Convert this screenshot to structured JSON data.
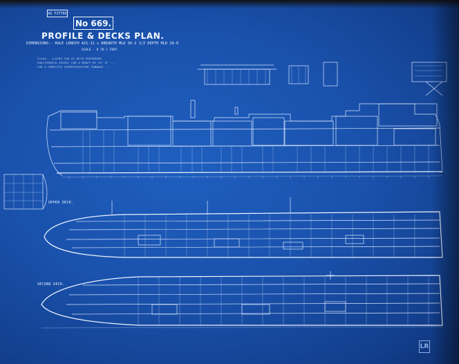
{
  "header": {
    "tag": "AS FITTED",
    "number": "No 669.",
    "title": "PROFILE & DECKS PLAN.",
    "dimensions": "DIMENSIONS:- RULE LENGTH 421-11 x BREADTH MLD 56-2 1/2 DEPTH MLD 28-0",
    "scale": "SCALE - 8 TO 1 FOOT"
  },
  "labels": {
    "upper_deck": "UPPER DECK.",
    "second_deck": "SECOND DECK."
  },
  "notes": {
    "class_note": "CLASS:- LLOYDS 100 A1 WITH FREEBOARD",
    "survey_note": "SHELTERDECK VESSEL FOR A DRAFT OF 19'-8\" ...",
    "conditions_note": "FOR A COMPLETE SUPERSTRUCTURE TONNAGE ..."
  },
  "logo": {
    "text": "LR"
  },
  "colors": {
    "blueprint": "#1a52ad",
    "line": "#dce8ff"
  }
}
